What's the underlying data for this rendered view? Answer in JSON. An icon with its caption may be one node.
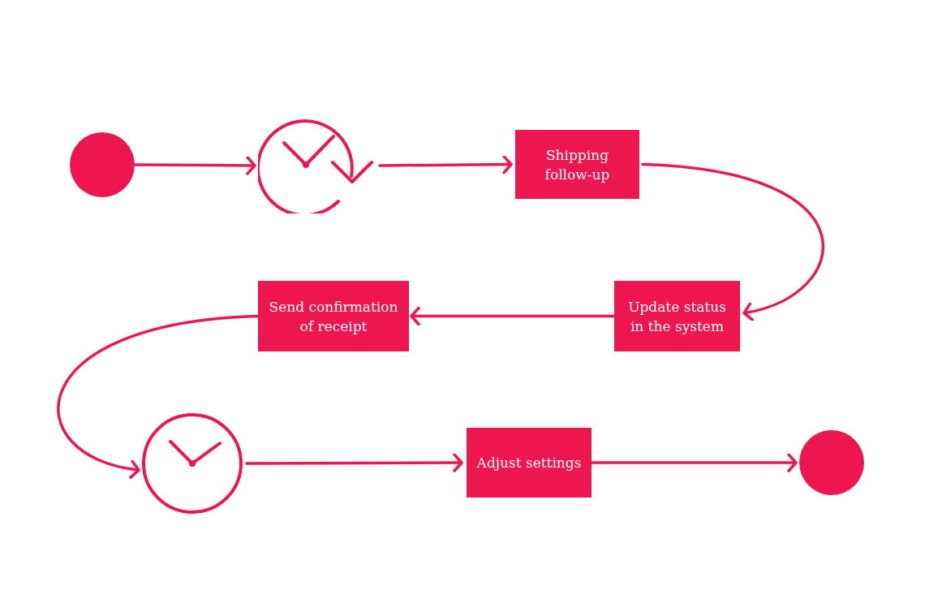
{
  "diagram": {
    "nodes": [
      {
        "text": [],
        "shape": "circle"
      },
      {
        "text": [],
        "shape": "timer"
      },
      {
        "text": [
          "Shipping follow-up"
        ]
      },
      {
        "text": [
          "Update status in the system"
        ]
      },
      {
        "text": [
          "Send confirmation of receipt"
        ]
      },
      {
        "text": [],
        "shape": "clock"
      },
      {
        "text": [
          "Adjust settings"
        ]
      },
      {
        "text": [],
        "shape": "circle"
      }
    ],
    "edges": [
      {
        "from": 0,
        "to": 1,
        "arrow": "to"
      },
      {
        "from": 1,
        "to": 2,
        "arrow": "to"
      },
      {
        "from": 2,
        "to": 3,
        "arrow": "to"
      },
      {
        "from": 3,
        "to": 4,
        "arrow": "to"
      },
      {
        "from": 4,
        "to": 5,
        "arrow": "to"
      },
      {
        "from": 5,
        "to": 6,
        "arrow": "to"
      },
      {
        "from": 6,
        "to": 7,
        "arrow": "to"
      }
    ]
  }
}
